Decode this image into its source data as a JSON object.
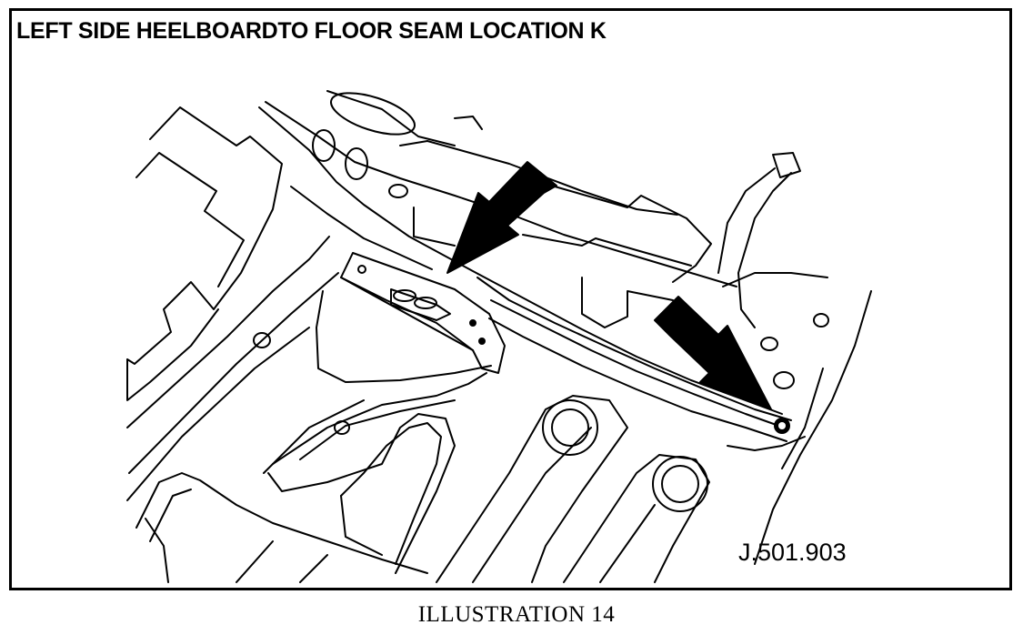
{
  "figure": {
    "title": "LEFT SIDE HEELBOARDTO FLOOR SEAM LOCATION K",
    "part_number": "J.501.903",
    "caption": "ILLUSTRATION 14"
  },
  "colors": {
    "ink": "#000000",
    "paper": "#ffffff"
  },
  "icons": {
    "arrow_upper": "arrow-down-left-icon",
    "arrow_lower": "arrow-down-right-icon"
  }
}
